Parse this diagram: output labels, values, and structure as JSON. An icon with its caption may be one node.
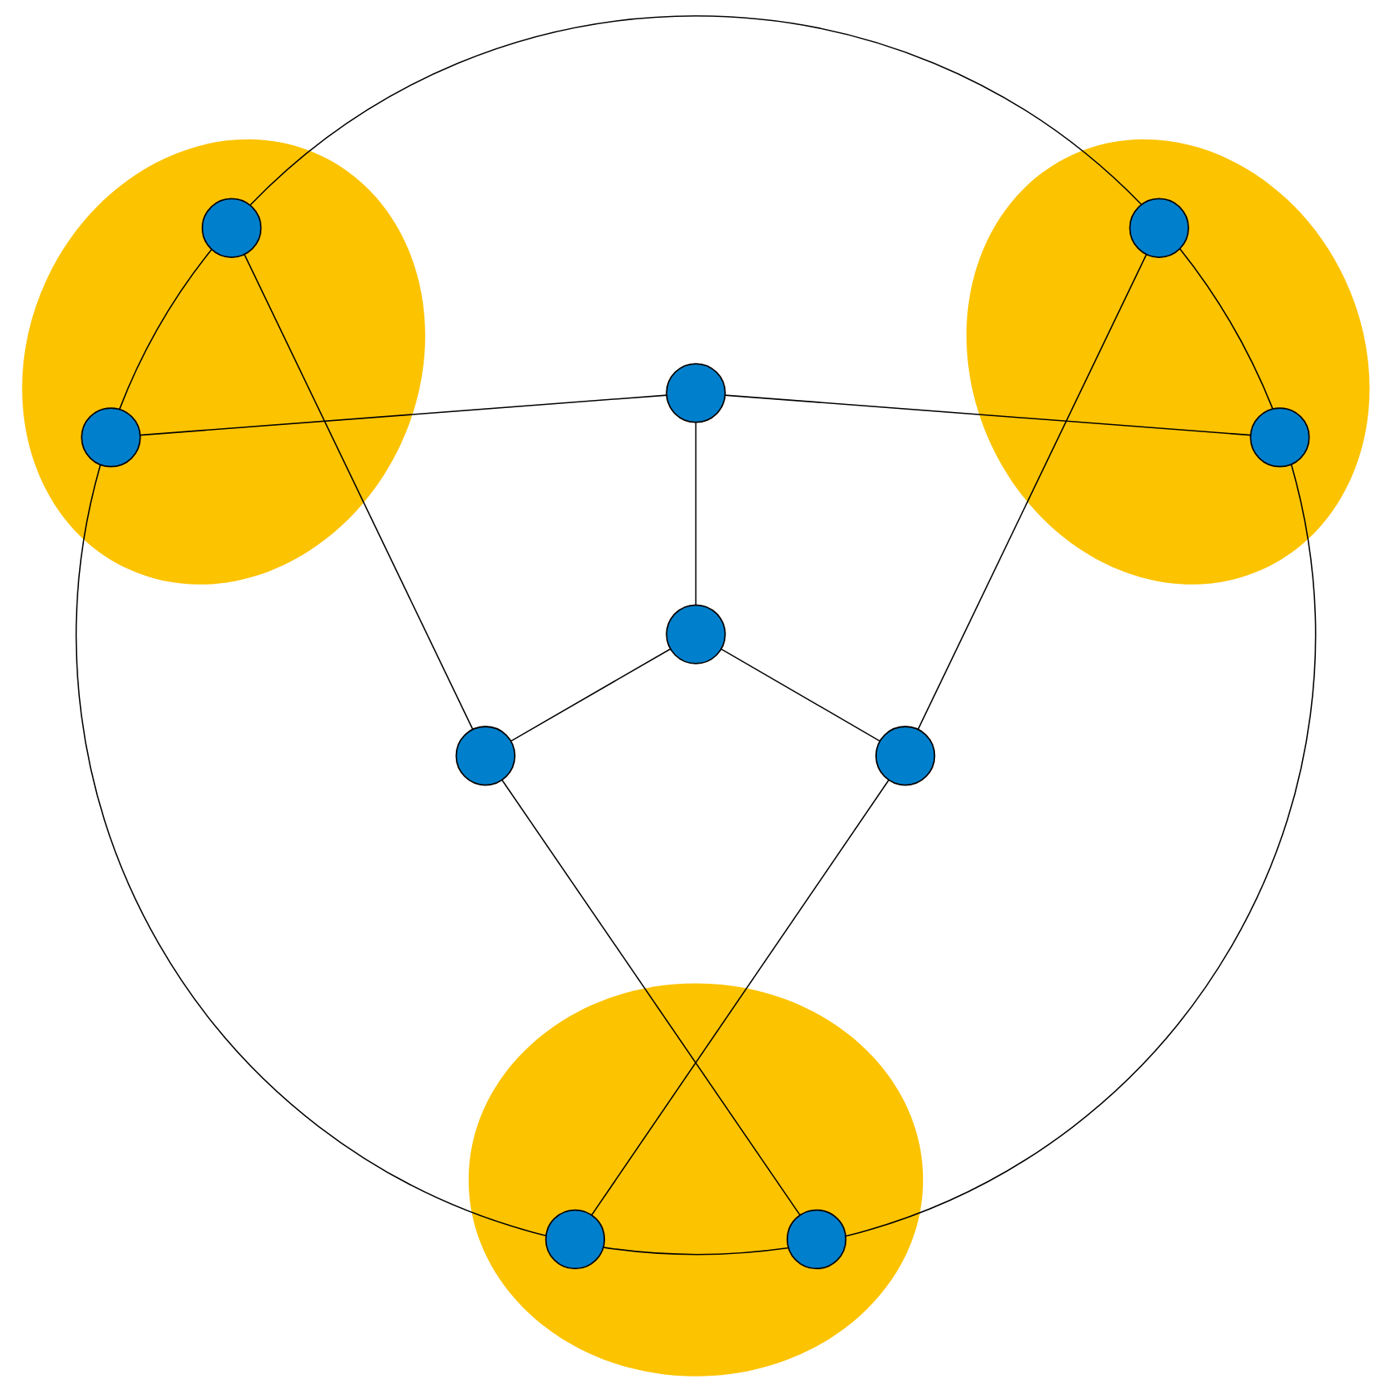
{
  "diagram": {
    "nodes": [
      {
        "text": [],
        "shape": "ellipse"
      },
      {
        "text": [],
        "shape": "circle",
        "in": 0
      },
      {
        "text": [],
        "shape": "circle",
        "in": 0
      },
      {
        "text": [],
        "shape": "ellipse"
      },
      {
        "text": [],
        "shape": "circle",
        "in": 3
      },
      {
        "text": [],
        "shape": "circle",
        "in": 3
      },
      {
        "text": [],
        "shape": "circle"
      },
      {
        "text": [],
        "shape": "circle"
      },
      {
        "text": [],
        "shape": "circle"
      },
      {
        "text": [],
        "shape": "circle"
      },
      {
        "text": [],
        "shape": "ellipse"
      },
      {
        "text": [],
        "shape": "circle",
        "in": 10
      },
      {
        "text": [],
        "shape": "circle",
        "in": 10
      }
    ],
    "edges": [
      {
        "from": 1,
        "to": 4,
        "arrow": "none"
      },
      {
        "from": 1,
        "to": 2,
        "arrow": "none"
      },
      {
        "from": 4,
        "to": 5,
        "arrow": "none"
      },
      {
        "from": 1,
        "to": 8,
        "arrow": "none"
      },
      {
        "from": 4,
        "to": 9,
        "arrow": "none"
      },
      {
        "from": 2,
        "to": 6,
        "arrow": "none"
      },
      {
        "from": 6,
        "to": 5,
        "arrow": "none"
      },
      {
        "from": 6,
        "to": 7,
        "arrow": "none"
      },
      {
        "from": 7,
        "to": 8,
        "arrow": "none"
      },
      {
        "from": 7,
        "to": 9,
        "arrow": "none"
      },
      {
        "from": 2,
        "to": 11,
        "arrow": "none"
      },
      {
        "from": 5,
        "to": 12,
        "arrow": "none"
      },
      {
        "from": 8,
        "to": 12,
        "arrow": "none"
      },
      {
        "from": 9,
        "to": 11,
        "arrow": "none"
      },
      {
        "from": 11,
        "to": 12,
        "arrow": "none"
      }
    ]
  }
}
